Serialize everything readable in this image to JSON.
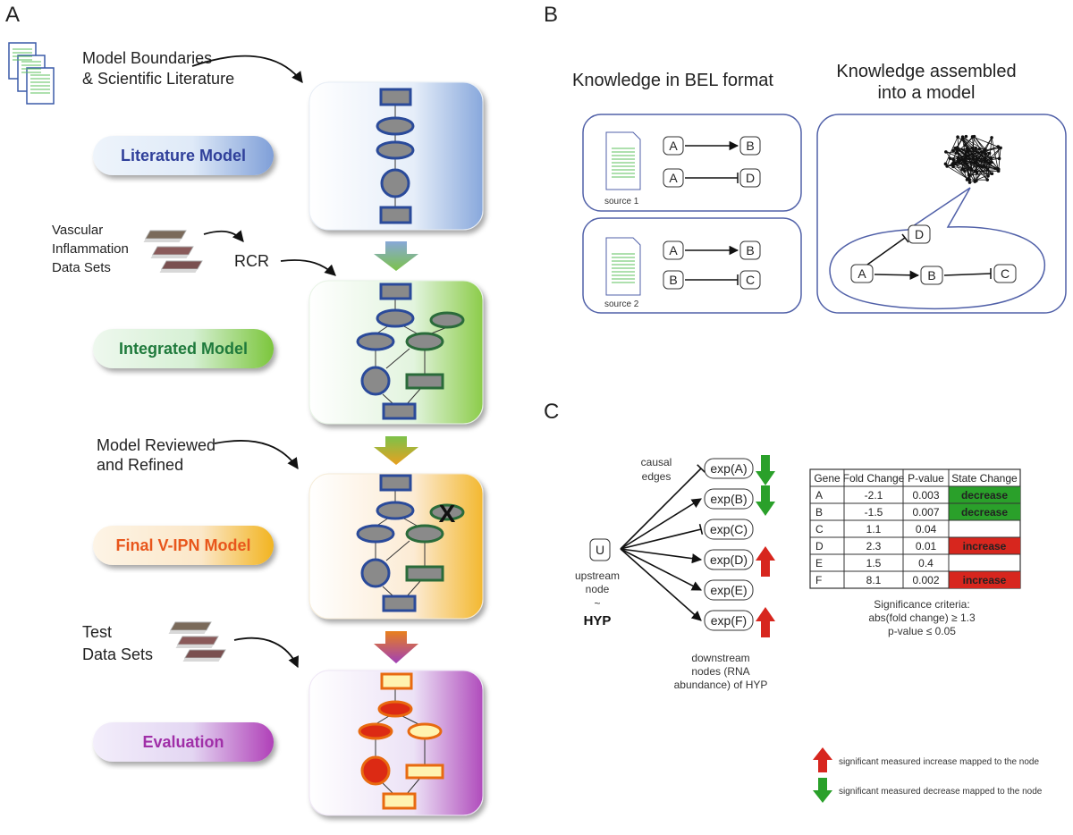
{
  "panel_a": {
    "letter": "A",
    "inputs": {
      "literature": [
        "Model Boundaries",
        "& Scientific Literature"
      ],
      "vascular": [
        "Vascular",
        "Inflammation",
        "Data Sets"
      ],
      "rcr": "RCR",
      "reviewed": [
        "Model Reviewed",
        "and Refined"
      ],
      "test": [
        "Test",
        "Data Sets"
      ]
    },
    "stages": [
      {
        "label": "Literature Model",
        "color": "#2f3f9a"
      },
      {
        "label": "Integrated Model",
        "color": "#1f7a3c"
      },
      {
        "label": "Final V-IPN Model",
        "color": "#e8561c"
      },
      {
        "label": "Evaluation",
        "color": "#a02fa8"
      }
    ],
    "removed_mark": "X"
  },
  "panel_b": {
    "letter": "B",
    "bel_title": "Knowledge in BEL format",
    "model_title": [
      "Knowledge assembled",
      "into a model"
    ],
    "sources": [
      {
        "caption": "source 1",
        "edges": [
          {
            "from": "A",
            "to": "B",
            "type": "increases"
          },
          {
            "from": "A",
            "to": "D",
            "type": "decreases"
          }
        ]
      },
      {
        "caption": "source 2",
        "edges": [
          {
            "from": "A",
            "to": "B",
            "type": "increases"
          },
          {
            "from": "B",
            "to": "C",
            "type": "decreases"
          }
        ]
      }
    ],
    "model_nodes": {
      "d": "D",
      "a": "A",
      "b": "B",
      "c": "C"
    }
  },
  "panel_c": {
    "letter": "C",
    "edges_label": [
      "causal",
      "edges"
    ],
    "upstream": {
      "node": "U",
      "caption": [
        "upstream",
        "node"
      ],
      "tilde": "~",
      "hyp": "HYP"
    },
    "downstream": [
      {
        "label": "exp(A)",
        "arrow": "down",
        "edge": "decreases"
      },
      {
        "label": "exp(B)",
        "arrow": "down",
        "edge": "increases"
      },
      {
        "label": "exp(C)",
        "arrow": "none",
        "edge": "decreases"
      },
      {
        "label": "exp(D)",
        "arrow": "up",
        "edge": "increases"
      },
      {
        "label": "exp(E)",
        "arrow": "none",
        "edge": "increases"
      },
      {
        "label": "exp(F)",
        "arrow": "up",
        "edge": "increases"
      }
    ],
    "downstream_caption": [
      "downstream",
      "nodes (RNA",
      "abundance) of HYP"
    ],
    "table": {
      "headers": [
        "Gene",
        "Fold Change",
        "P-value",
        "State Change"
      ],
      "rows": [
        {
          "gene": "A",
          "fold": "-2.1",
          "p": "0.003",
          "state": "decrease"
        },
        {
          "gene": "B",
          "fold": "-1.5",
          "p": "0.007",
          "state": "decrease"
        },
        {
          "gene": "C",
          "fold": "1.1",
          "p": "0.04",
          "state": ""
        },
        {
          "gene": "D",
          "fold": "2.3",
          "p": "0.01",
          "state": "increase"
        },
        {
          "gene": "E",
          "fold": "1.5",
          "p": "0.4",
          "state": ""
        },
        {
          "gene": "F",
          "fold": "8.1",
          "p": "0.002",
          "state": "increase"
        }
      ]
    },
    "criteria": [
      "Significance criteria:",
      "abs(fold change) ≥ 1.3",
      "p-value ≤ 0.05"
    ],
    "legend": [
      {
        "arrow": "up",
        "text": "significant measured increase mapped to the node"
      },
      {
        "arrow": "down",
        "text": "significant measured decrease mapped to the node"
      }
    ]
  },
  "colors": {
    "node_fill": "#8a8a8a",
    "node_border_blue": "#2a4a9a",
    "node_border_green": "#2a6b3a",
    "increase_red": "#d7261e",
    "decrease_green": "#2aa02a",
    "panel_border": "#5060a8"
  }
}
